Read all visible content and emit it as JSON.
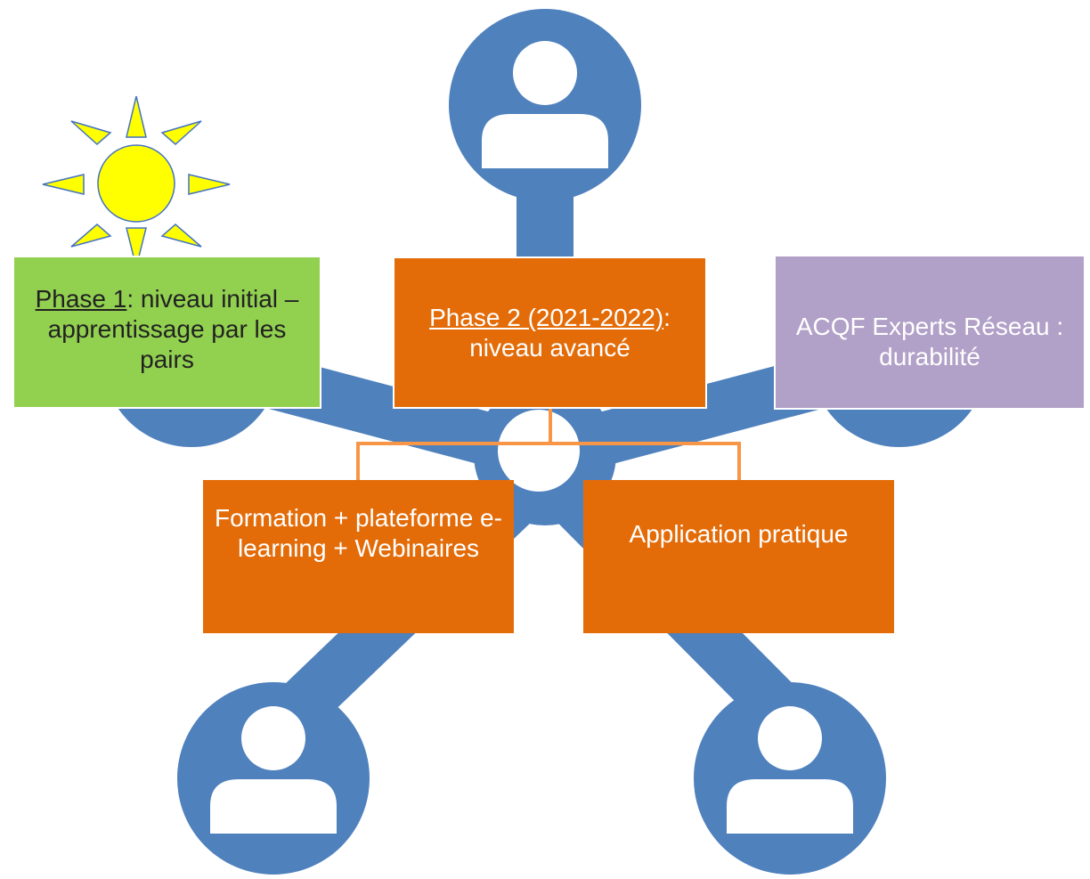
{
  "colors": {
    "network_blue": "#4f81bd",
    "orange": "#e36c09",
    "green": "#92d050",
    "lavender": "#b1a0c7",
    "connector_orange": "#f79646",
    "sun_yellow": "#ffff00"
  },
  "icons": [
    "person-icon",
    "sun-icon"
  ],
  "phase1": {
    "link_text": "Phase 1",
    "rest_text": ": niveau initial – apprentissage par les pairs"
  },
  "phase2": {
    "link_text": "Phase 2 (2021-2022)",
    "rest_text": ": niveau avancé"
  },
  "acqf": {
    "text": "ACQF Experts Réseau : durabilité"
  },
  "formation": {
    "text": "Formation + plateforme e-learning + Webinaires"
  },
  "application": {
    "text": "Application pratique"
  }
}
